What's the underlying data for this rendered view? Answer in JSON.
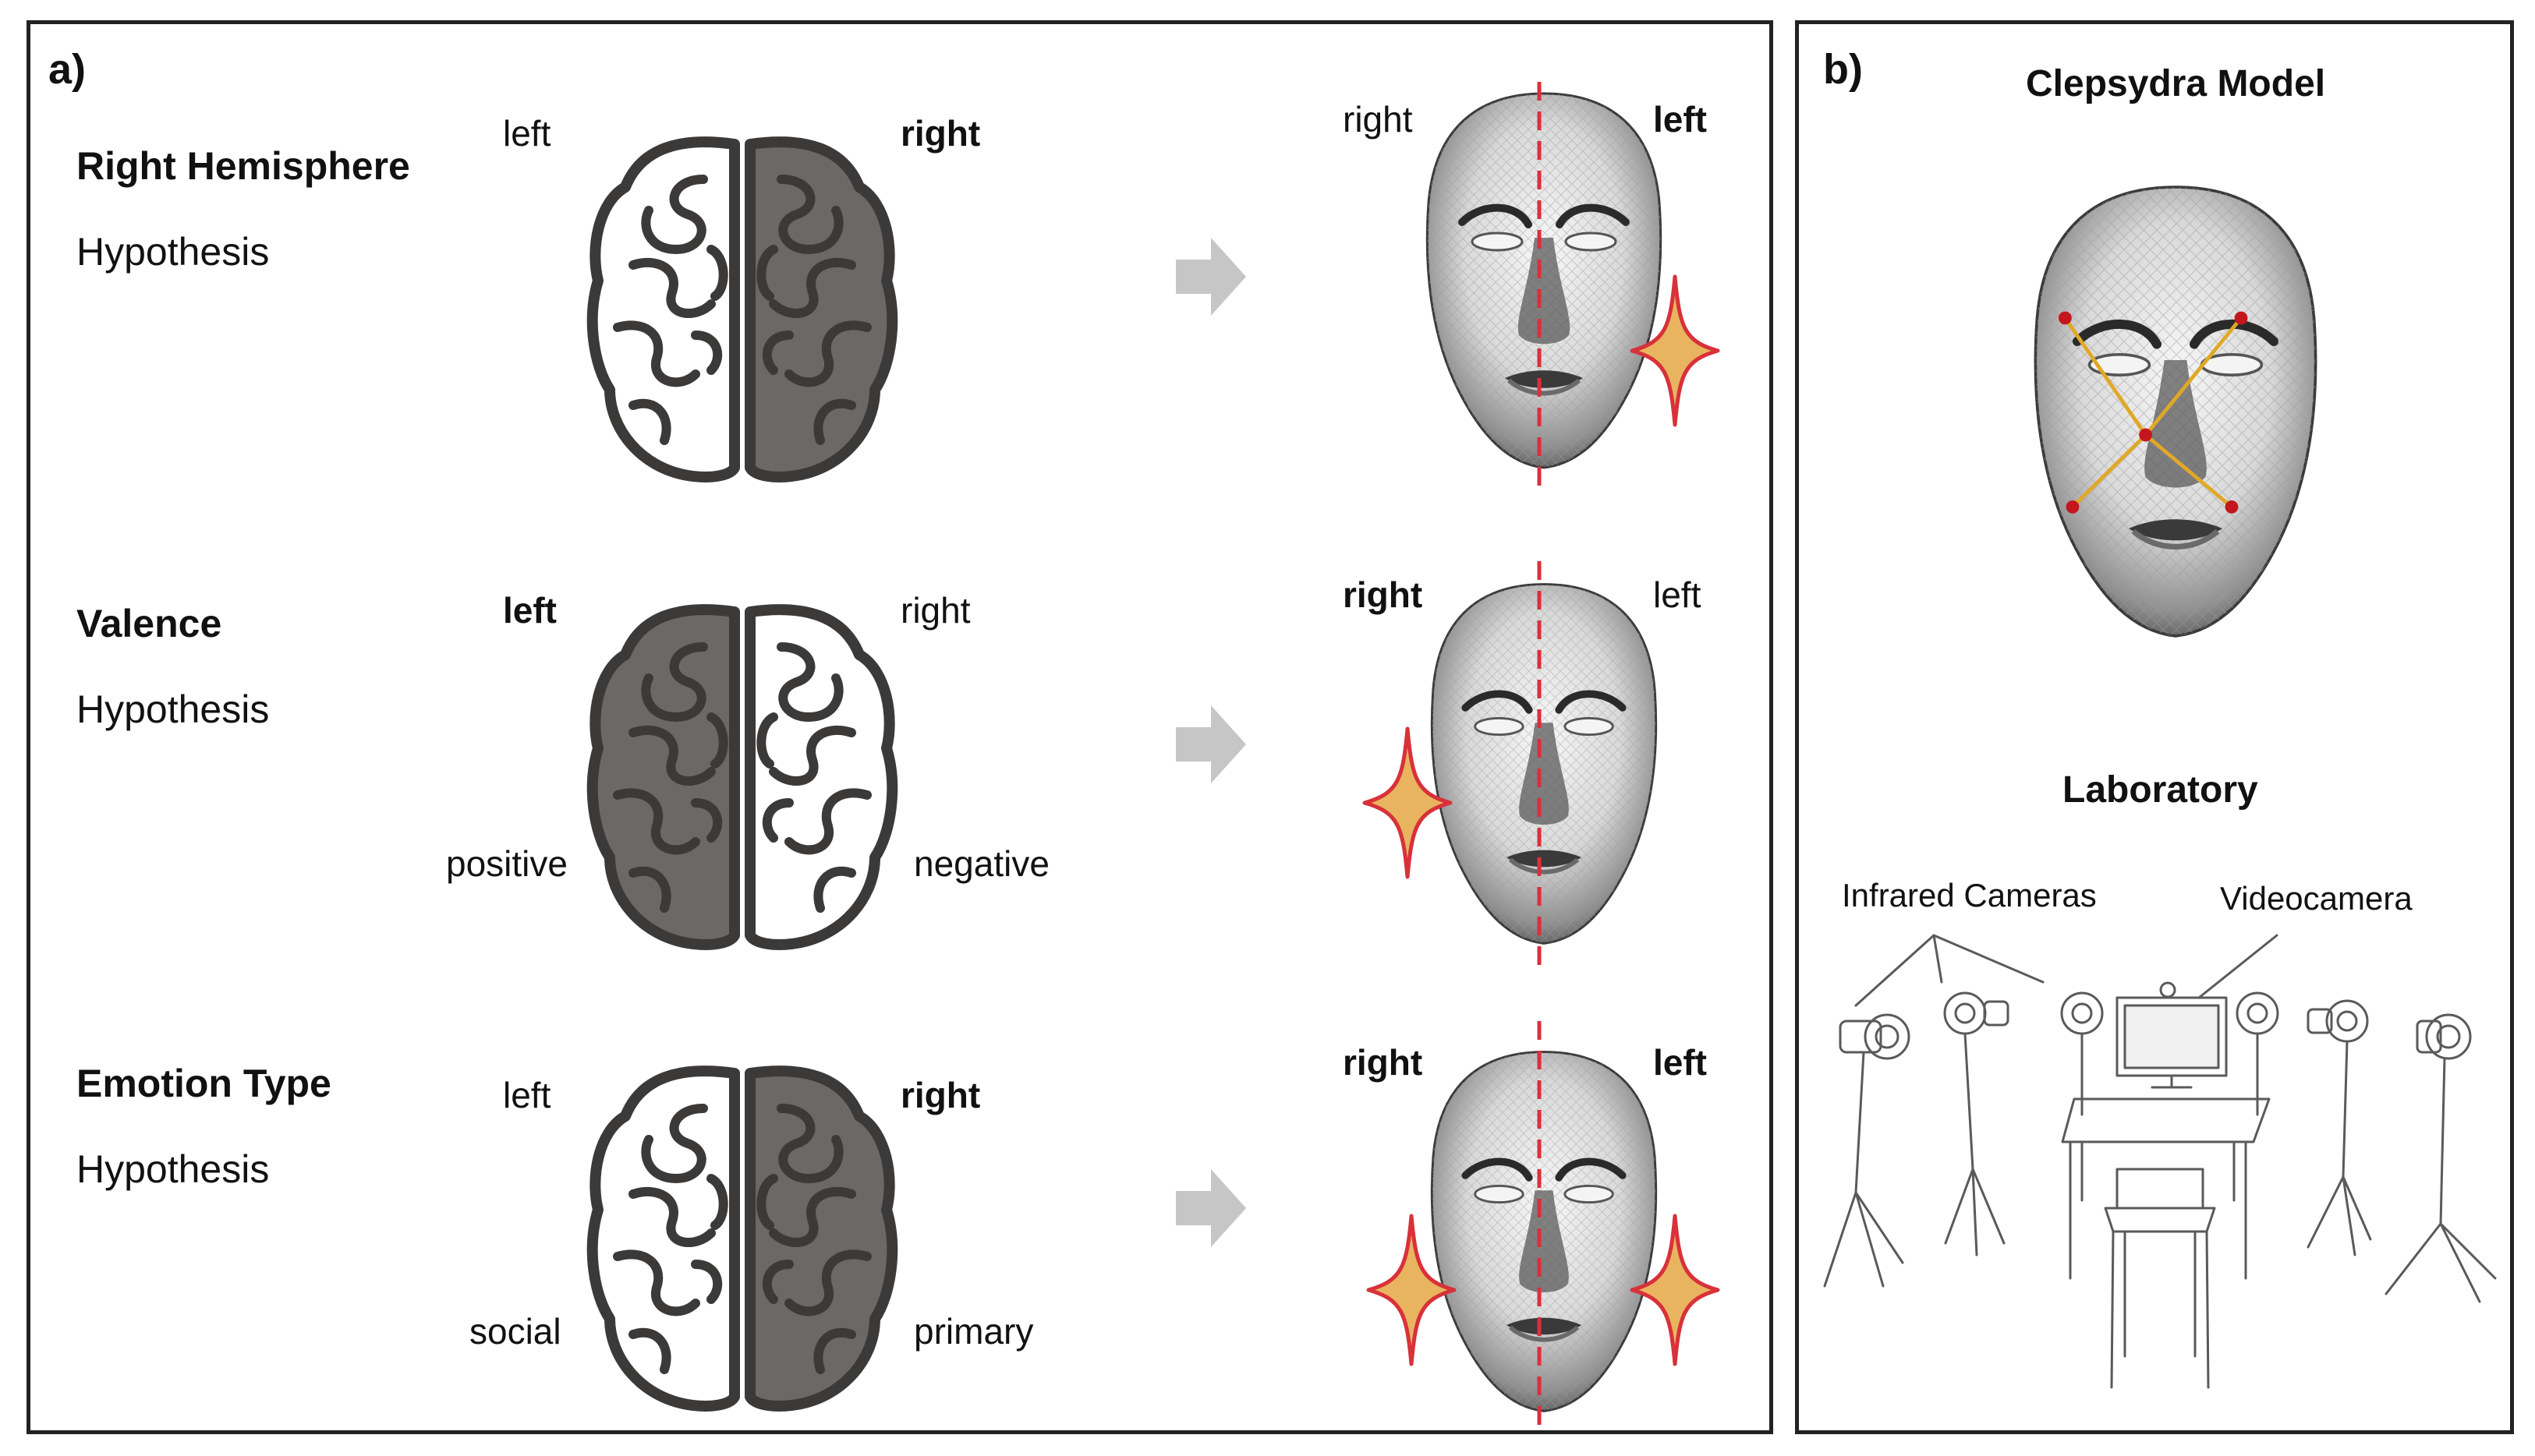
{
  "panel_a": {
    "letter": "a)",
    "rows": [
      {
        "title": "Right Hemisphere",
        "subtitle": "Hypothesis",
        "brain_left": "left",
        "brain_right": "right",
        "brain_left_bold": false,
        "brain_right_bold": true,
        "brain_bottom_left": "",
        "brain_bottom_right": "",
        "face_right": "right",
        "face_left": "left",
        "face_right_bold": false,
        "face_left_bold": true
      },
      {
        "title": "Valence",
        "subtitle": "Hypothesis",
        "brain_left": "left",
        "brain_right": "right",
        "brain_left_bold": true,
        "brain_right_bold": false,
        "brain_bottom_left": "positive",
        "brain_bottom_right": "negative",
        "face_right": "right",
        "face_left": "left",
        "face_right_bold": true,
        "face_left_bold": false
      },
      {
        "title": "Emotion Type",
        "subtitle": "Hypothesis",
        "brain_left": "left",
        "brain_right": "right",
        "brain_left_bold": false,
        "brain_right_bold": true,
        "brain_bottom_left": "social",
        "brain_bottom_right": "primary",
        "face_right": "right",
        "face_left": "left",
        "face_right_bold": true,
        "face_left_bold": true
      }
    ]
  },
  "panel_b": {
    "letter": "b)",
    "model_title": "Clepsydra Model",
    "lab_title": "Laboratory",
    "infrared_label": "Infrared Cameras",
    "video_label": "Videocamera"
  },
  "colors": {
    "dark_hemisphere": "#6b6867",
    "light_hemisphere": "#ffffff",
    "brain_outline": "#3c3a39",
    "arrow": "#c6c6c6",
    "midline": "#d9303a",
    "star_fill": "#e9b45f",
    "star_edge": "#d8313a",
    "clepsydra_line": "#e0a826",
    "clepsydra_dot": "#c4161c"
  },
  "icons": {
    "brain": "brain-icon",
    "arrow": "arrow-right-icon",
    "face": "face-mesh-icon",
    "star": "four-point-star-icon"
  }
}
